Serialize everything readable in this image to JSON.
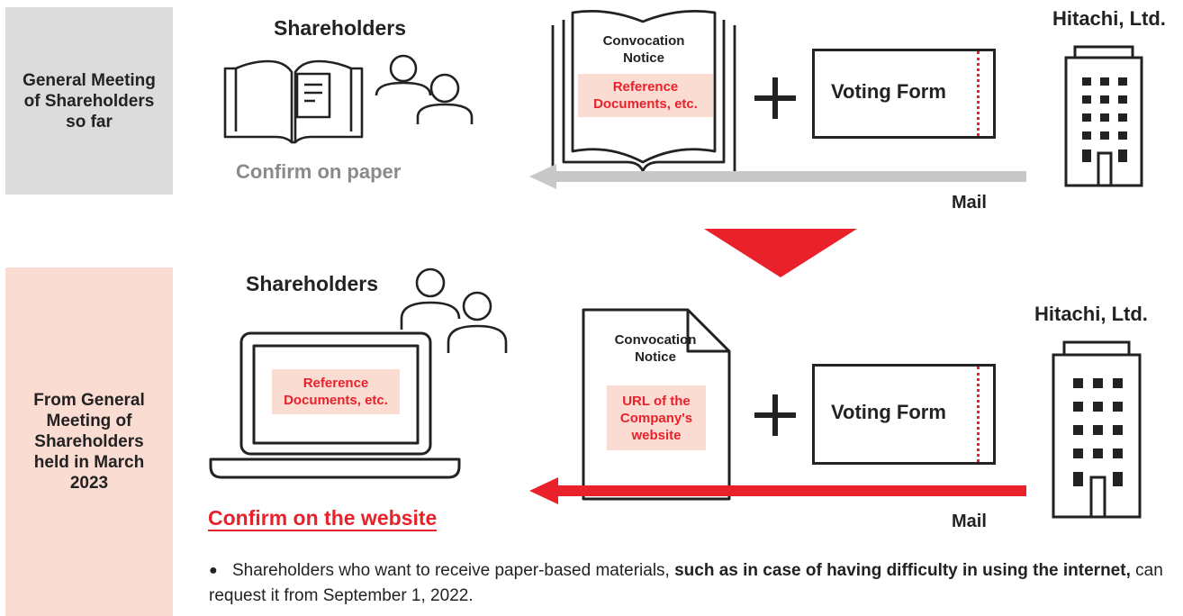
{
  "colors": {
    "accent_red": "#e8212b",
    "arrow_gray": "#c8c8c8",
    "panel_gray": "#dcdcdc",
    "panel_pink": "#fbdcd3",
    "text_dark": "#222222",
    "text_gray": "#8a8a8a"
  },
  "top": {
    "panel_label": "General Meeting of Shareholders so far",
    "shareholders_label": "Shareholders",
    "confirm_label": "Confirm on paper",
    "notice_title": "Convocation Notice",
    "notice_box": "Reference Documents, etc.",
    "voting_form": "Voting Form",
    "company": "Hitachi, Ltd.",
    "mail": "Mail",
    "icons": [
      "book-icon",
      "people-icon",
      "open-notice-book-icon",
      "plus-icon",
      "building-icon",
      "arrow-left-gray"
    ]
  },
  "bottom": {
    "panel_label": "From General Meeting of Shareholders held in March 2023",
    "shareholders_label": "Shareholders",
    "laptop_box": "Reference Documents, etc.",
    "confirm_label": "Confirm on the website",
    "notice_title": "Convocation Notice",
    "notice_box": "URL of the Company's website",
    "voting_form": "Voting Form",
    "company": "Hitachi, Ltd.",
    "mail": "Mail",
    "icons": [
      "laptop-icon",
      "people-icon",
      "document-icon",
      "plus-icon",
      "building-icon",
      "arrow-left-red"
    ]
  },
  "note": {
    "bullet": "●",
    "text_part1": "Shareholders who want to receive paper-based materials, ",
    "text_bold": "such as in case of having difficulty in using the internet,",
    "text_part2": " can request it from September 1, 2022."
  }
}
